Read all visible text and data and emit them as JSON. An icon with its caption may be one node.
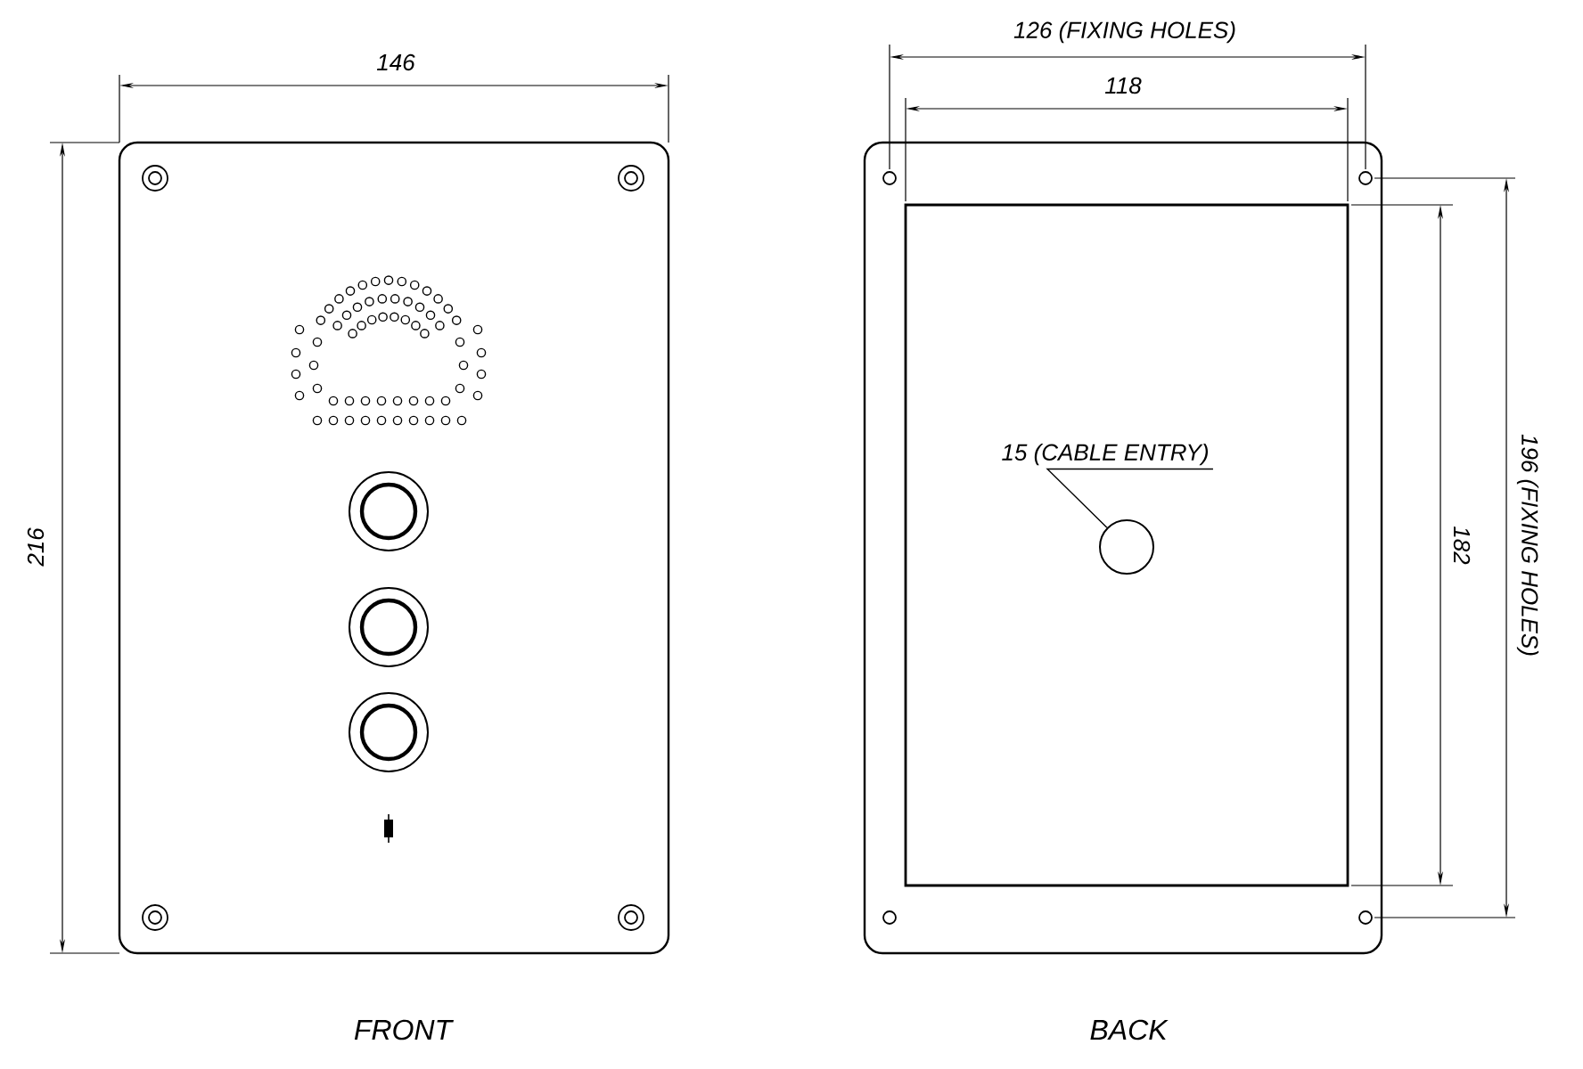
{
  "diagram": {
    "nodes": [
      {
        "text": [
          "15 (CABLE ENTRY)"
        ]
      },
      {
        "text": [],
        "shape": "circle"
      },
      {
        "text": [],
        "shape": "circle"
      },
      {
        "text": [],
        "shape": "circle"
      },
      {
        "text": [],
        "shape": "circle"
      }
    ],
    "edges": [
      {
        "from": 0,
        "to": 1,
        "arrow": "none"
      }
    ],
    "labels": [
      "146",
      "216",
      "FRONT",
      "126 (FIXING HOLES)",
      "118",
      "196 (FIXING HOLES)",
      "182",
      "BACK"
    ]
  }
}
